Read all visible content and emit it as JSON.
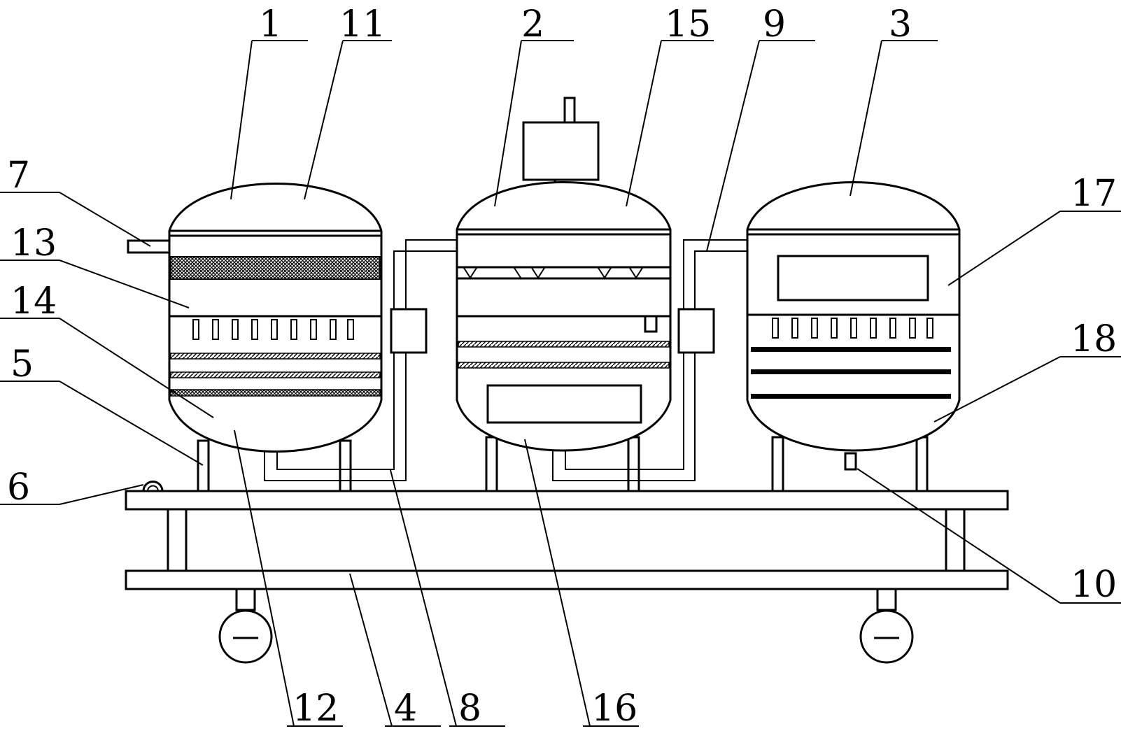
{
  "labels": {
    "l1": "1",
    "l11": "11",
    "l2": "2",
    "l15": "15",
    "l9": "9",
    "l3": "3",
    "l7": "7",
    "l13": "13",
    "l14": "14",
    "l5": "5",
    "l6": "6",
    "l17": "17",
    "l18": "18",
    "l10": "10",
    "l12": "12",
    "l4": "4",
    "l8": "8",
    "l16": "16"
  }
}
